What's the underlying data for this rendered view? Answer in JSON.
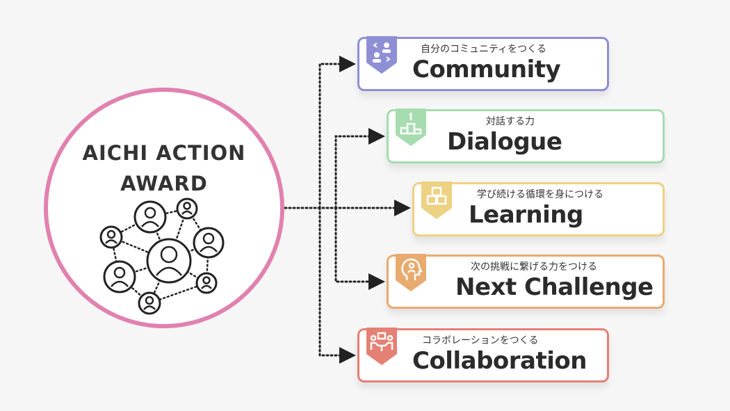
{
  "title_line1": "AICHI ACTION",
  "title_line2": "AWARD",
  "items": [
    {
      "sub": "自分のコミュニティをつくる",
      "label": "Community",
      "color": "#8e8fd4",
      "icon": "community-exchange-icon"
    },
    {
      "sub": "対話する力",
      "label": "Dialogue",
      "color": "#a6dcb0",
      "icon": "podium-icon"
    },
    {
      "sub": "学び続ける循環を身につける",
      "label": "Learning",
      "color": "#ecd282",
      "icon": "blocks-icon"
    },
    {
      "sub": "次の挑戦に繋げる力をつける",
      "label": "Next Challenge",
      "color": "#e9aa6f",
      "icon": "head-person-icon"
    },
    {
      "sub": "コラボレーションをつくる",
      "label": "Collaboration",
      "color": "#e58074",
      "icon": "collaboration-icon"
    }
  ]
}
